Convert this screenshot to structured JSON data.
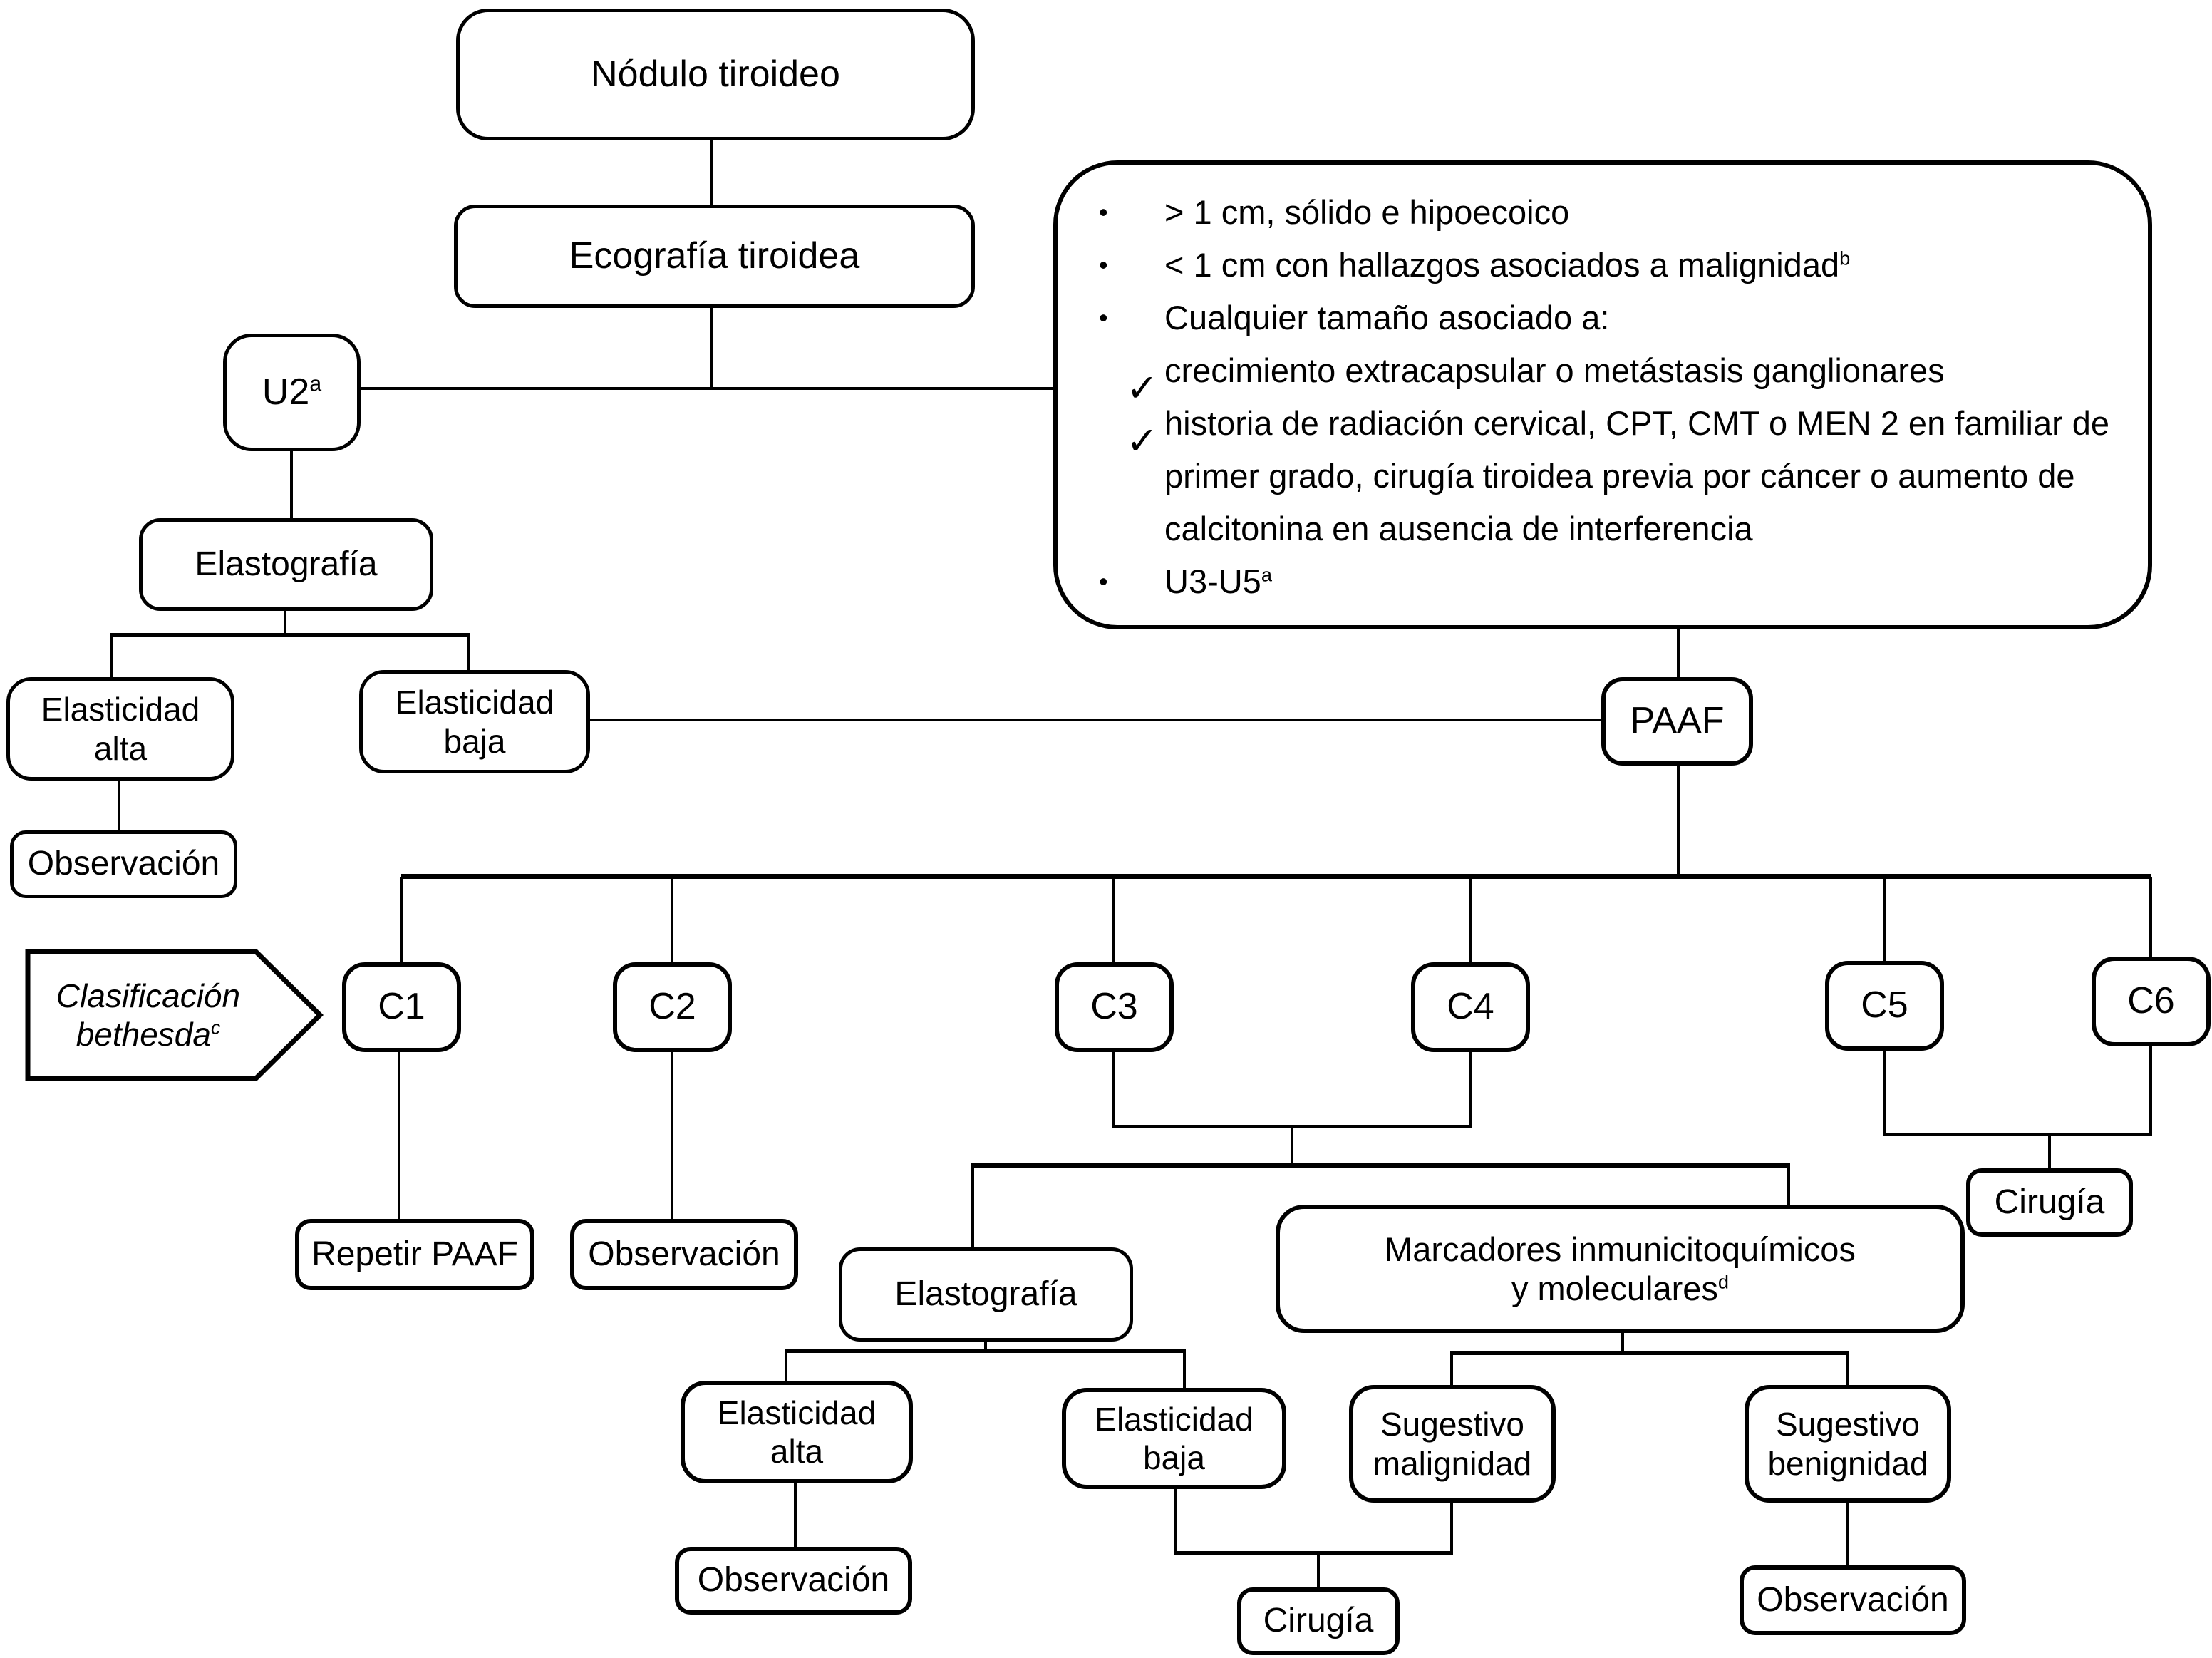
{
  "icons": {
    "bullet": "•",
    "check": "✓"
  },
  "colors": {
    "line": "#000000",
    "background": "#ffffff",
    "box_fill": "#ffffff"
  },
  "nodes": {
    "nodulo": {
      "label": "Nódulo tiroideo"
    },
    "ecografia": {
      "label": "Ecografía tiroidea"
    },
    "u2": {
      "label": "U2",
      "sup": "a"
    },
    "elastografia_1": {
      "label": "Elastografía"
    },
    "elasticidad_alta_1": {
      "line1": "Elasticidad",
      "line2": "alta"
    },
    "elasticidad_baja_1": {
      "line1": "Elasticidad",
      "line2": "baja"
    },
    "observacion_1": {
      "label": "Observación"
    },
    "paaf": {
      "label": "PAAF"
    },
    "bethesda": {
      "line1": "Clasificación",
      "line2": "bethesda",
      "sup": "c"
    },
    "c1": {
      "label": "C1"
    },
    "c2": {
      "label": "C2"
    },
    "c3": {
      "label": "C3"
    },
    "c4": {
      "label": "C4"
    },
    "c5": {
      "label": "C5"
    },
    "c6": {
      "label": "C6"
    },
    "repetir_paaf": {
      "label": "Repetir PAAF"
    },
    "observacion_2": {
      "label": "Observación"
    },
    "elastografia_2": {
      "label": "Elastografía"
    },
    "marcadores": {
      "line1": "Marcadores inmunicitoquímicos",
      "line2": "y moleculares",
      "sup": "d"
    },
    "cirugia_1": {
      "label": "Cirugía"
    },
    "elasticidad_alta_2": {
      "line1": "Elasticidad",
      "line2": "alta"
    },
    "elasticidad_baja_2": {
      "line1": "Elasticidad",
      "line2": "baja"
    },
    "sugestivo_malignidad": {
      "line1": "Sugestivo",
      "line2": "malignidad"
    },
    "sugestivo_benignidad": {
      "line1": "Sugestivo",
      "line2": "benignidad"
    },
    "observacion_3": {
      "label": "Observación"
    },
    "cirugia_2": {
      "label": "Cirugía"
    },
    "observacion_4": {
      "label": "Observación"
    }
  },
  "criteria": {
    "lines": [
      {
        "marker": "bullet",
        "text": "> 1 cm, sólido e hipoecoico"
      },
      {
        "marker": "bullet",
        "text": "< 1 cm con hallazgos asociados a malignidad",
        "sup": "b"
      },
      {
        "marker": "bullet",
        "text": "Cualquier tamaño asociado a:"
      },
      {
        "marker": "check",
        "text": "crecimiento extracapsular o metástasis ganglionares"
      },
      {
        "marker": "check",
        "text": "historia de radiación cervical, CPT, CMT o MEN 2 en familiar de"
      },
      {
        "marker": "none",
        "text": "primer grado, cirugía tiroidea previa por cáncer o aumento de"
      },
      {
        "marker": "none",
        "text": "calcitonina en ausencia de interferencia"
      },
      {
        "marker": "bullet",
        "text": "U3-U5",
        "sup": "a"
      }
    ]
  }
}
